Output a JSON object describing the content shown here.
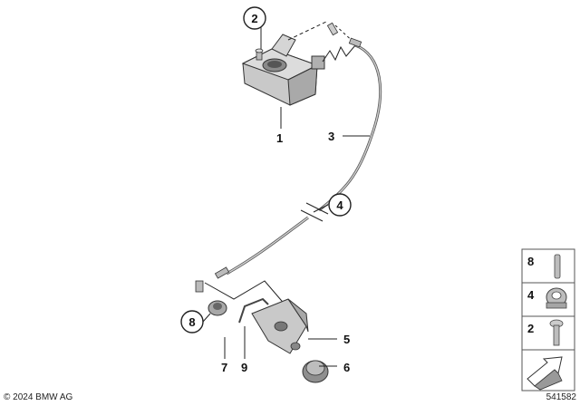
{
  "callouts": {
    "c1": "1",
    "c2": "2",
    "c3": "3",
    "c4": "4",
    "c5": "5",
    "c6": "6",
    "c7": "7",
    "c8": "8",
    "c9": "9"
  },
  "legend": {
    "item1": "8",
    "item2": "4",
    "item3": "2"
  },
  "footer": {
    "copyright": "© 2024 BMW AG",
    "diagram_id": "541582"
  },
  "colors": {
    "part_fill": "#c9c9c9",
    "part_dark": "#8a8a8a",
    "line": "#222222"
  }
}
